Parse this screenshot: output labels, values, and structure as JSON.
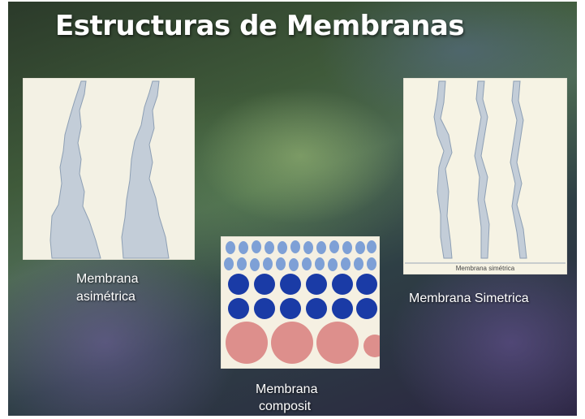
{
  "slide": {
    "title": "Estructuras de Membranas"
  },
  "panels": {
    "asymmetric": {
      "caption_line1": "Membrana",
      "caption_line2": "asimétrica"
    },
    "symmetric": {
      "caption": "Membrana Simetrica",
      "inner_label": "Membrana simétrica"
    },
    "composite": {
      "caption_line1": "Membrana",
      "caption_line2": "composit"
    }
  },
  "colors": {
    "pore_fill": "#c3cdd8",
    "panel_bg": "#f3f1e4",
    "sphere_light": "#7ea0d6",
    "sphere_dark": "#1a3ba6",
    "sphere_pink": "#dd8f8c"
  }
}
